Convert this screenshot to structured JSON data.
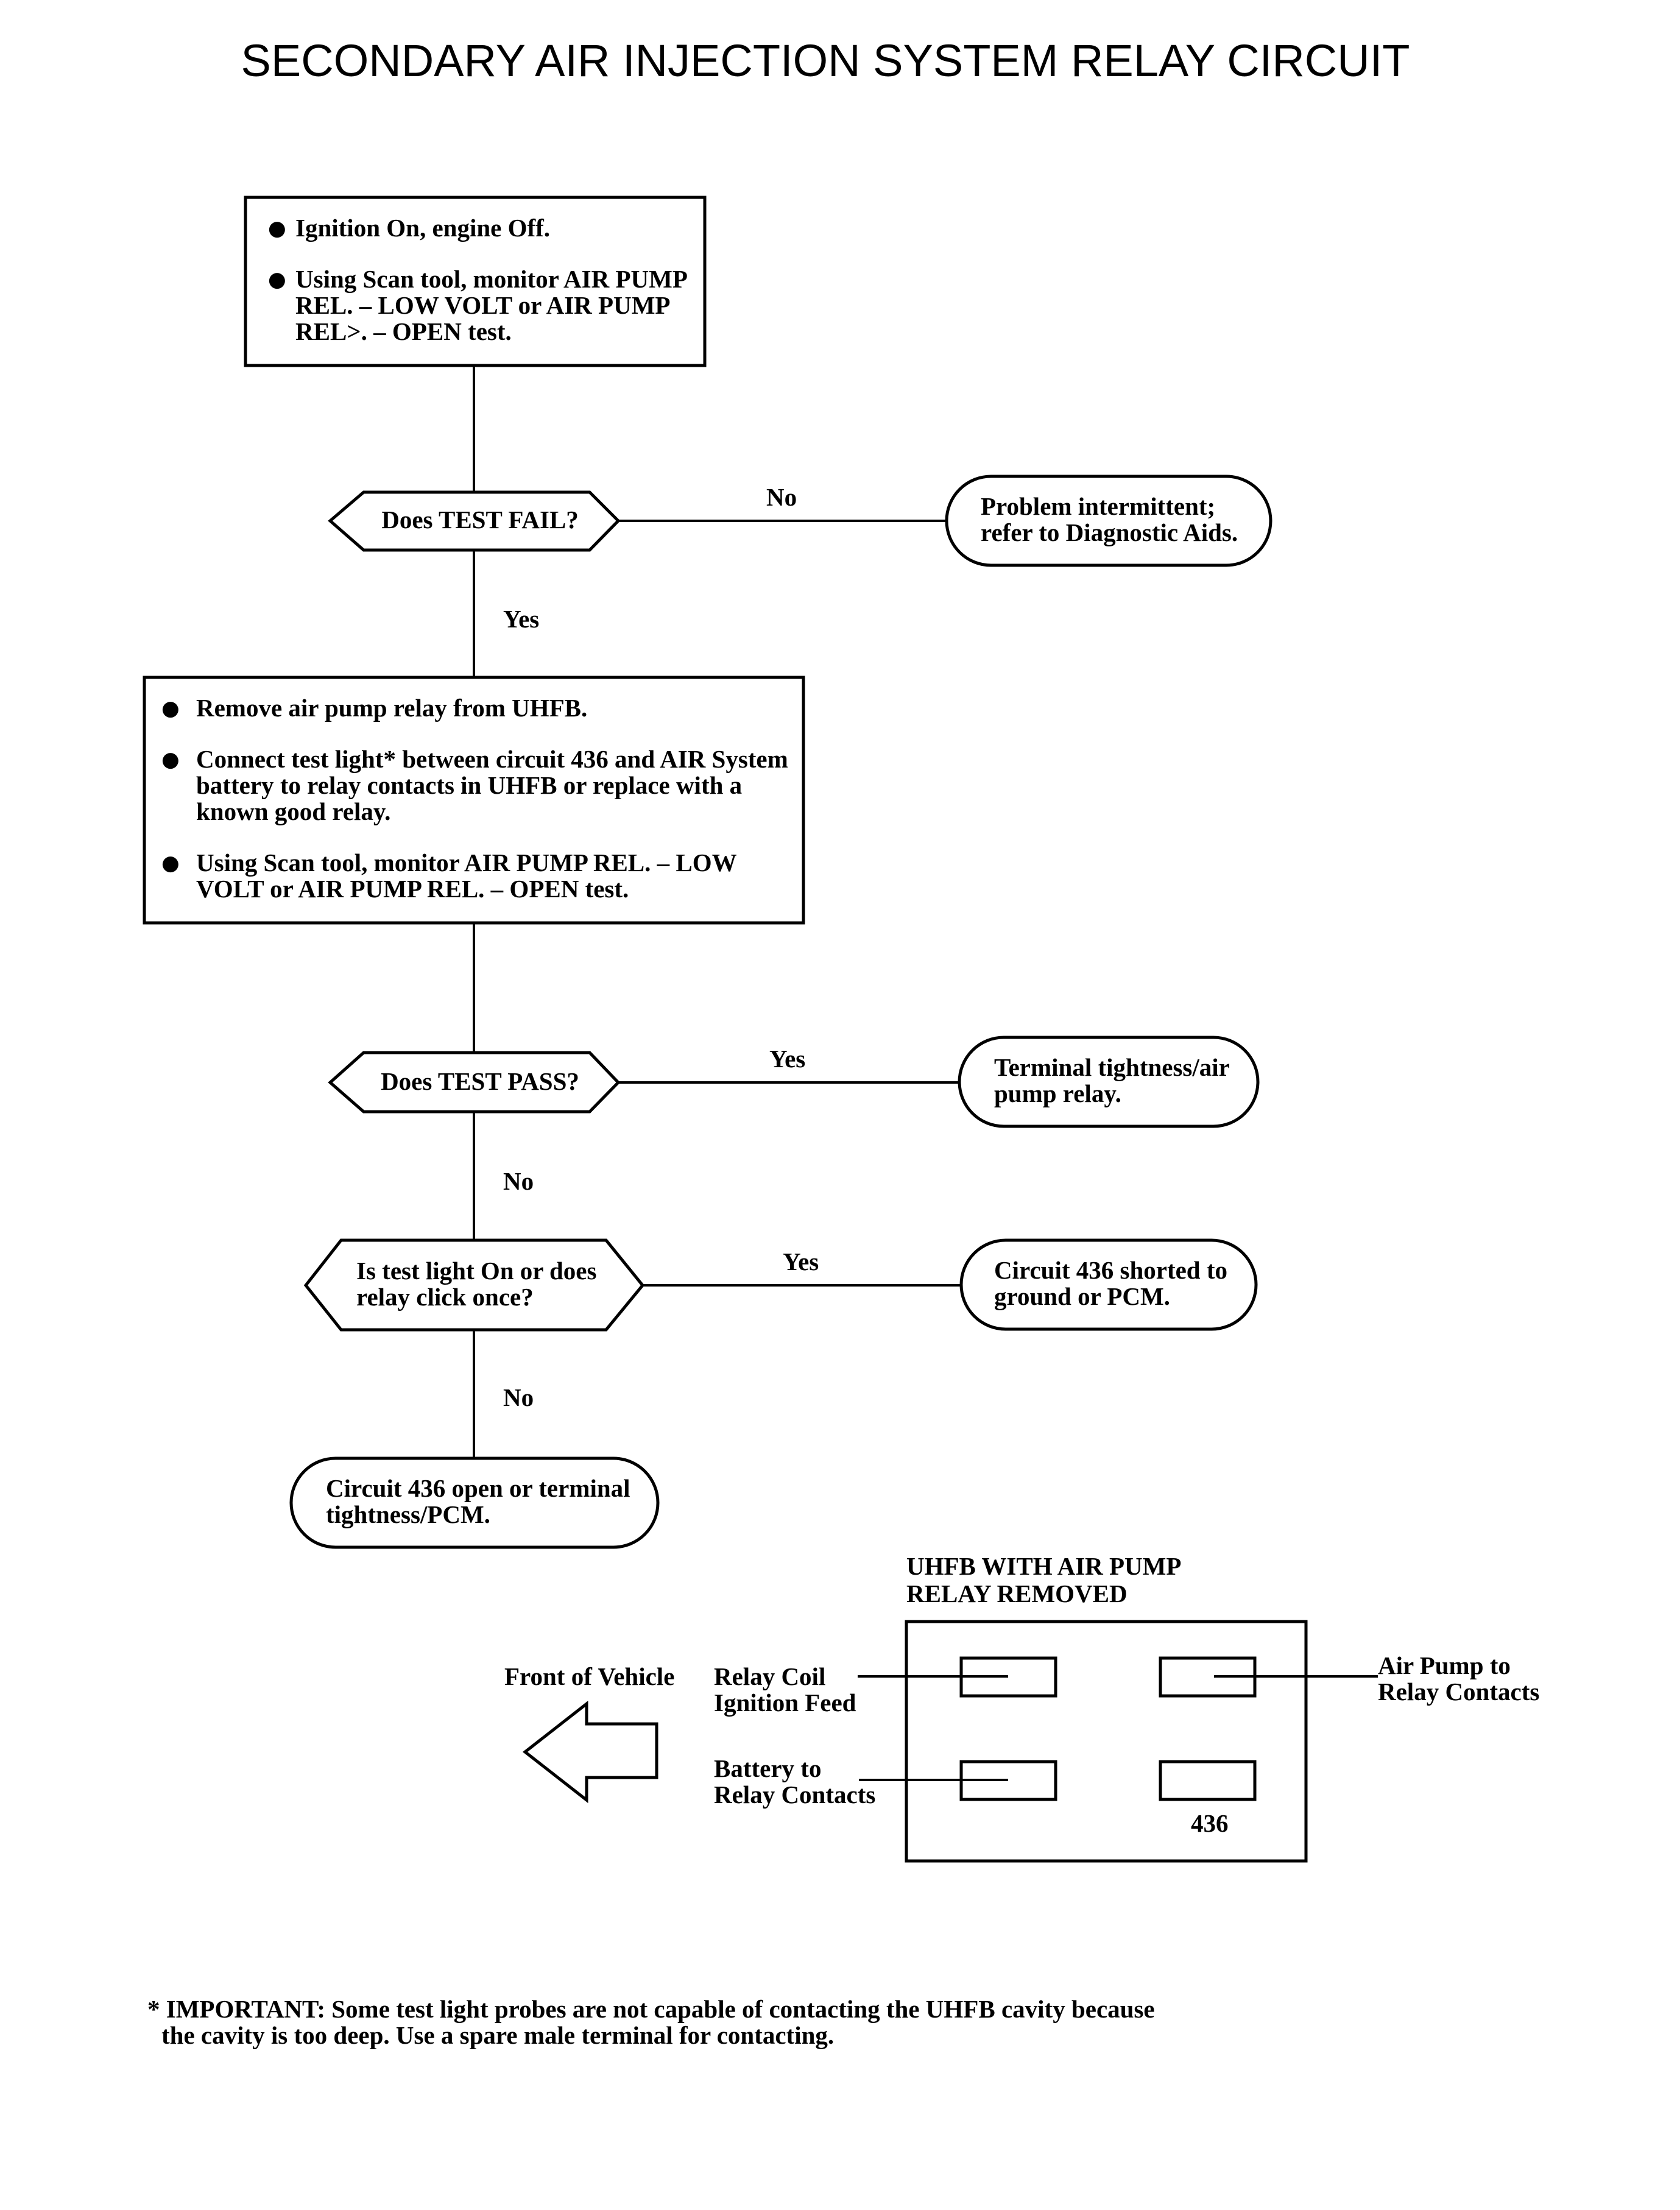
{
  "title": "SECONDARY AIR INJECTION SYSTEM RELAY CIRCUIT",
  "step1": {
    "bullet1": "Ignition On, engine Off.",
    "bullet2": [
      "Using Scan tool, monitor AIR PUMP",
      "REL. – LOW VOLT or AIR PUMP",
      "REL>. – OPEN test."
    ]
  },
  "decision1": {
    "text": "Does TEST FAIL?",
    "no_label": "No",
    "yes_label": "Yes"
  },
  "result_intermittent": [
    "Problem intermittent;",
    "refer to Diagnostic Aids."
  ],
  "step2": {
    "bullet1": "Remove air pump relay from UHFB.",
    "bullet2": [
      "Connect test light* between circuit 436 and AIR System",
      "battery to relay contacts in UHFB or replace with a",
      "known good relay."
    ],
    "bullet3": [
      "Using Scan tool, monitor AIR PUMP REL. – LOW",
      "VOLT or AIR PUMP REL. – OPEN test."
    ]
  },
  "decision2": {
    "text": "Does TEST PASS?",
    "yes_label": "Yes",
    "no_label": "No"
  },
  "result_terminal": [
    "Terminal tightness/air",
    "pump relay."
  ],
  "decision3": {
    "lines": [
      "Is test light On or does",
      "relay click once?"
    ],
    "yes_label": "Yes",
    "no_label": "No"
  },
  "result_shorted": [
    "Circuit 436 shorted to",
    "ground or PCM."
  ],
  "result_open": [
    "Circuit 436 open or terminal",
    "tightness/PCM."
  ],
  "uhfb": {
    "heading": [
      "UHFB WITH AIR PUMP",
      "RELAY REMOVED"
    ],
    "front_label": "Front of Vehicle",
    "relay_coil": [
      "Relay Coil",
      "Ignition Feed"
    ],
    "battery": [
      "Battery to",
      "Relay Contacts"
    ],
    "air_pump": [
      "Air Pump to",
      "Relay Contacts"
    ],
    "circuit_label": "436"
  },
  "footnote": [
    "* IMPORTANT:  Some test light probes are not capable of contacting the UHFB cavity because",
    "the cavity is too deep. Use a spare male terminal for contacting."
  ]
}
